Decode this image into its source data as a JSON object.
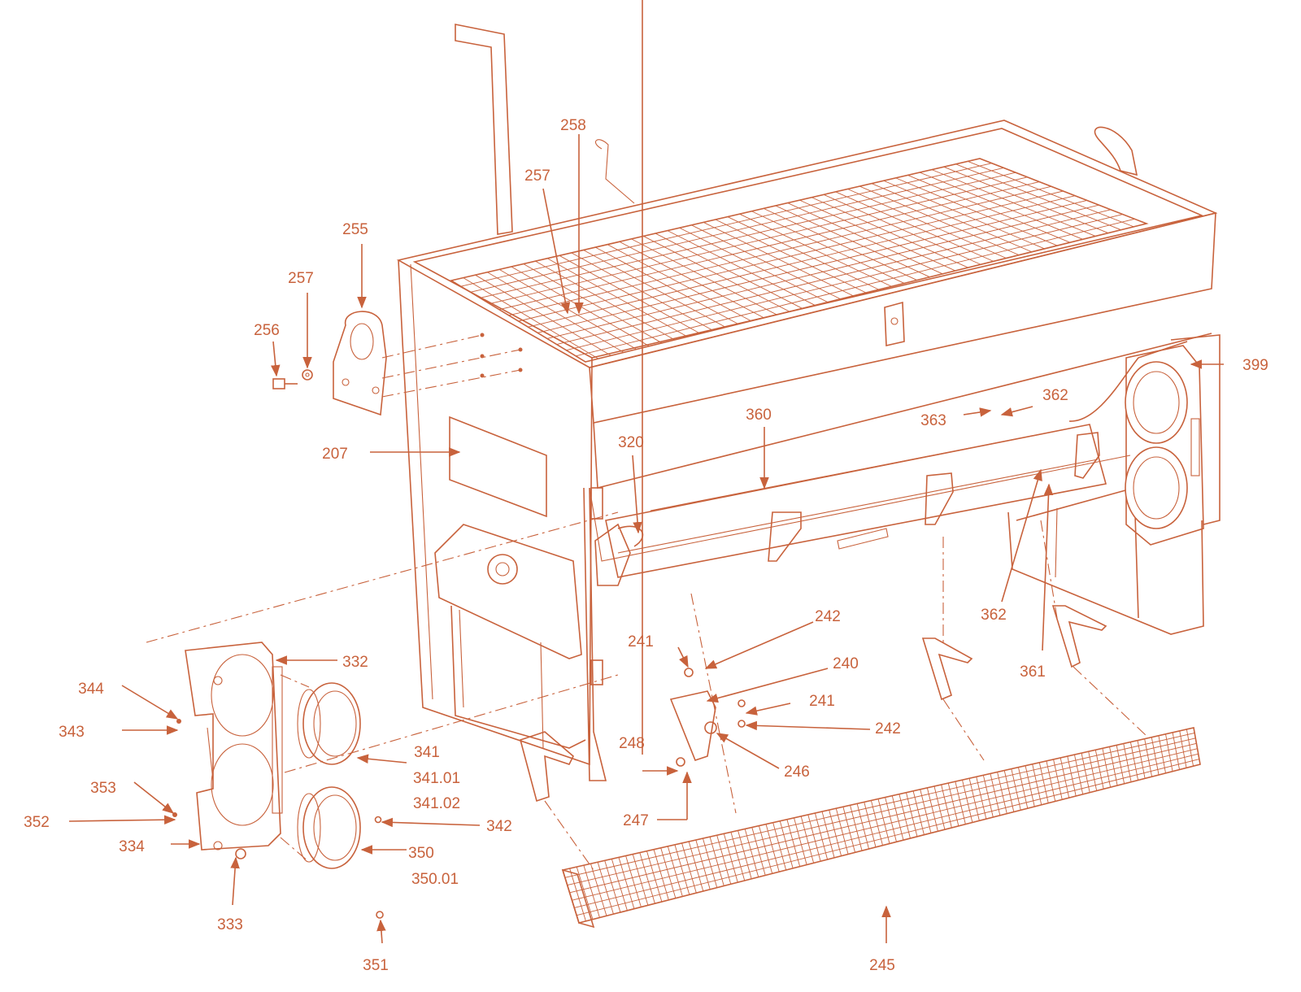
{
  "diagram": {
    "callouts": [
      {
        "id": "c258",
        "text": "258"
      },
      {
        "id": "c257a",
        "text": "257"
      },
      {
        "id": "c255",
        "text": "255"
      },
      {
        "id": "c257b",
        "text": "257"
      },
      {
        "id": "c256",
        "text": "256"
      },
      {
        "id": "c207",
        "text": "207"
      },
      {
        "id": "c320",
        "text": "320"
      },
      {
        "id": "c360",
        "text": "360"
      },
      {
        "id": "c363",
        "text": "363"
      },
      {
        "id": "c362a",
        "text": "362"
      },
      {
        "id": "c399",
        "text": "399"
      },
      {
        "id": "c362b",
        "text": "362"
      },
      {
        "id": "c361",
        "text": "361"
      },
      {
        "id": "c242a",
        "text": "242"
      },
      {
        "id": "c241a",
        "text": "241"
      },
      {
        "id": "c240",
        "text": "240"
      },
      {
        "id": "c241b",
        "text": "241"
      },
      {
        "id": "c242b",
        "text": "242"
      },
      {
        "id": "c248",
        "text": "248"
      },
      {
        "id": "c246",
        "text": "246"
      },
      {
        "id": "c247",
        "text": "247"
      },
      {
        "id": "c332",
        "text": "332"
      },
      {
        "id": "c344",
        "text": "344"
      },
      {
        "id": "c343",
        "text": "343"
      },
      {
        "id": "c341",
        "text": "341"
      },
      {
        "id": "c34101",
        "text": "341.01"
      },
      {
        "id": "c34102",
        "text": "341.02"
      },
      {
        "id": "c353",
        "text": "353"
      },
      {
        "id": "c352",
        "text": "352"
      },
      {
        "id": "c342",
        "text": "342"
      },
      {
        "id": "c334",
        "text": "334"
      },
      {
        "id": "c350",
        "text": "350"
      },
      {
        "id": "c35001",
        "text": "350.01"
      },
      {
        "id": "c333",
        "text": "333"
      },
      {
        "id": "c351",
        "text": "351"
      },
      {
        "id": "c245",
        "text": "245"
      }
    ]
  },
  "colors": {
    "line": "#c8623c",
    "background": "#ffffff"
  }
}
